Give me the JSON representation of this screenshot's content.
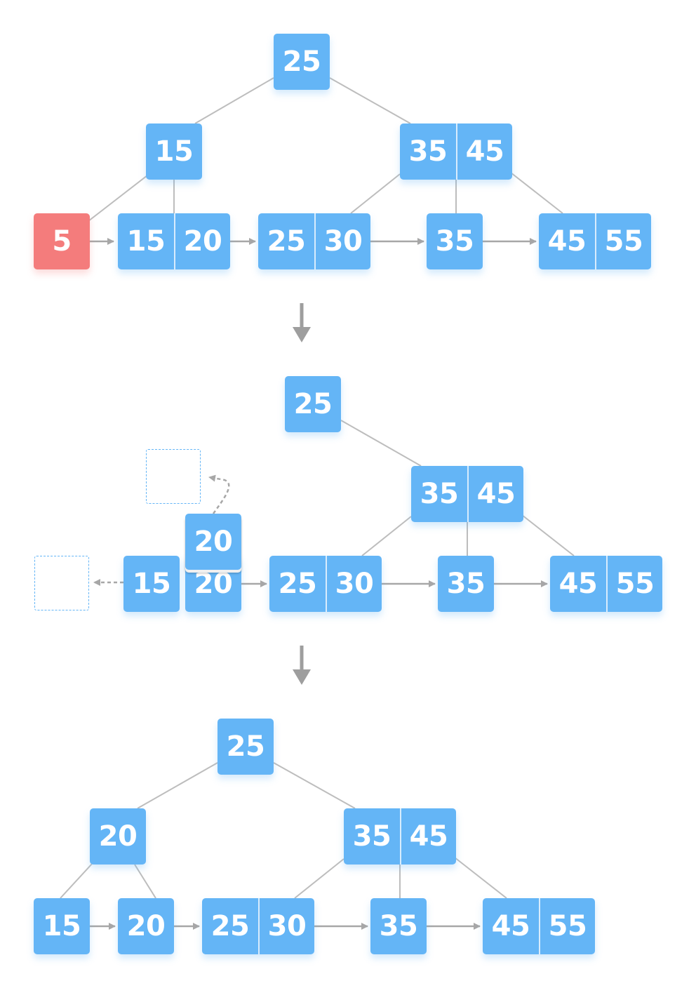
{
  "stages": [
    {
      "nodes": [
        {
          "id": "s1-root",
          "keys": [
            "25"
          ]
        },
        {
          "id": "s1-left",
          "keys": [
            "15"
          ]
        },
        {
          "id": "s1-right",
          "keys": [
            "35",
            "45"
          ]
        },
        {
          "id": "s1-leaf-deleted",
          "keys": [
            "5"
          ],
          "highlight": "deleted"
        },
        {
          "id": "s1-leaf-a",
          "keys": [
            "15",
            "20"
          ]
        },
        {
          "id": "s1-leaf-b",
          "keys": [
            "25",
            "30"
          ]
        },
        {
          "id": "s1-leaf-c",
          "keys": [
            "35"
          ]
        },
        {
          "id": "s1-leaf-d",
          "keys": [
            "45",
            "55"
          ]
        }
      ]
    },
    {
      "nodes": [
        {
          "id": "s2-root",
          "keys": [
            "25"
          ]
        },
        {
          "id": "s2-right",
          "keys": [
            "35",
            "45"
          ]
        },
        {
          "id": "s2-leaf-a1",
          "keys": [
            "15"
          ]
        },
        {
          "id": "s2-leaf-a2",
          "keys": [
            "20"
          ]
        },
        {
          "id": "s2-moving",
          "keys": [
            "20"
          ]
        },
        {
          "id": "s2-leaf-b",
          "keys": [
            "25",
            "30"
          ]
        },
        {
          "id": "s2-leaf-c",
          "keys": [
            "35"
          ]
        },
        {
          "id": "s2-leaf-d",
          "keys": [
            "45",
            "55"
          ]
        }
      ]
    },
    {
      "nodes": [
        {
          "id": "s3-root",
          "keys": [
            "25"
          ]
        },
        {
          "id": "s3-left",
          "keys": [
            "20"
          ]
        },
        {
          "id": "s3-right",
          "keys": [
            "35",
            "45"
          ]
        },
        {
          "id": "s3-leaf-a",
          "keys": [
            "15"
          ]
        },
        {
          "id": "s3-leaf-b",
          "keys": [
            "20"
          ]
        },
        {
          "id": "s3-leaf-c",
          "keys": [
            "25",
            "30"
          ]
        },
        {
          "id": "s3-leaf-d",
          "keys": [
            "35"
          ]
        },
        {
          "id": "s3-leaf-e",
          "keys": [
            "45",
            "55"
          ]
        }
      ]
    }
  ],
  "colors": {
    "node": "#64b5f6",
    "deleted": "#f47c7c",
    "line": "#bdbdbd",
    "arrow": "#a7a7a7",
    "step_arrow": "#9e9e9e"
  }
}
